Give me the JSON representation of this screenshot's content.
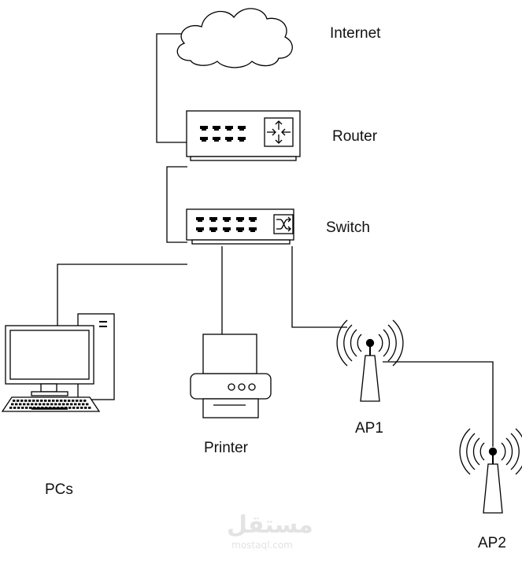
{
  "labels": {
    "internet": "Internet",
    "router": "Router",
    "switch": "Switch",
    "printer": "Printer",
    "ap1": "AP1",
    "pcs": "PCs",
    "ap2": "AP2"
  },
  "watermark": {
    "arabic": "مستقل",
    "latin": "mostaql.com"
  },
  "colors": {
    "line": "#000000",
    "fill": "#ffffff",
    "watermark": "#e3e3e3"
  },
  "icons": [
    "cloud-icon",
    "router-icon",
    "switch-icon",
    "computer-icon",
    "printer-icon",
    "access-point-icon"
  ]
}
